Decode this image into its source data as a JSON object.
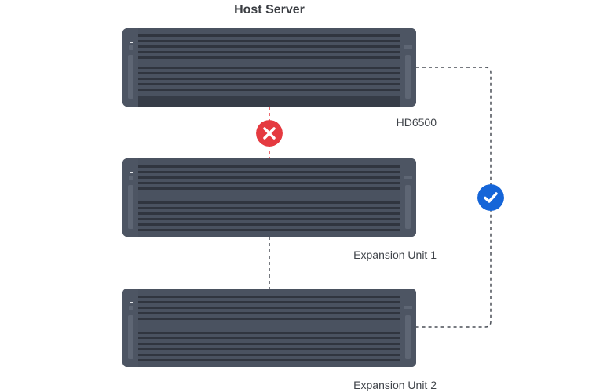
{
  "diagram": {
    "title": "Host Server",
    "nodes": [
      {
        "id": "host",
        "label": "HD6500",
        "role": "Host Server"
      },
      {
        "id": "exp1",
        "label": "Expansion Unit 1"
      },
      {
        "id": "exp2",
        "label": "Expansion Unit 2"
      }
    ],
    "connections": [
      {
        "from": "host",
        "to": "exp1",
        "status": "error",
        "icon": "x-icon"
      },
      {
        "from": "exp1",
        "to": "exp2",
        "status": "neutral"
      },
      {
        "from": "host",
        "to": "exp2",
        "status": "ok",
        "icon": "check-icon"
      }
    ],
    "colors": {
      "error": "#e53a40",
      "ok": "#1565d8",
      "server_body": "#4a5260",
      "line": "#4a4f57"
    }
  }
}
